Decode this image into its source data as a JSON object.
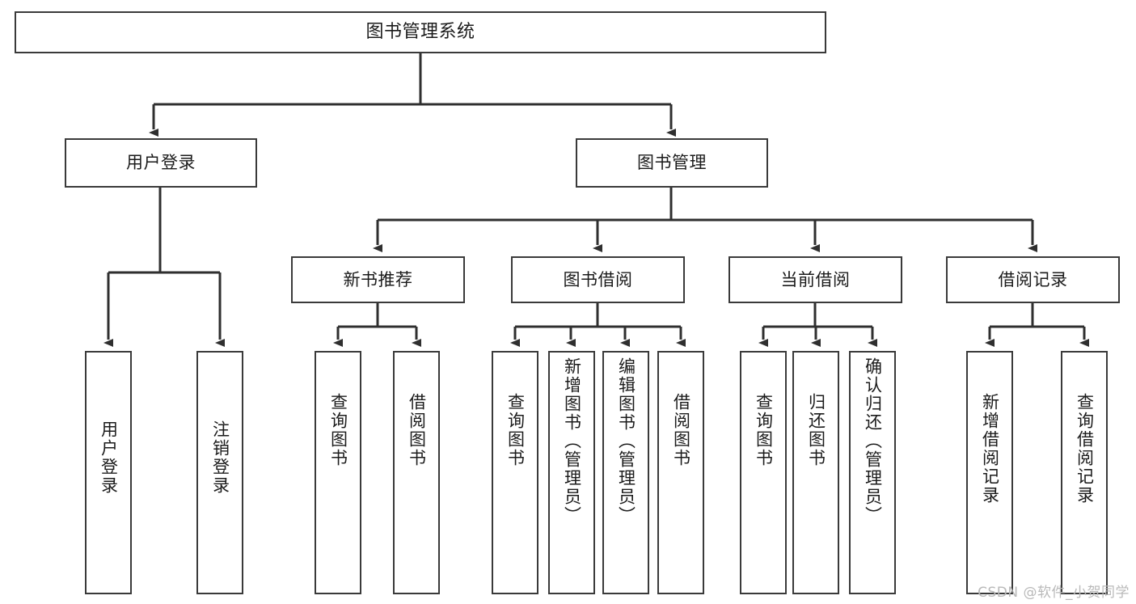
{
  "diagram": {
    "title": "图书管理系统",
    "type": "tree-hierarchy",
    "colors": {
      "box_border": "#3a3a3a",
      "box_fill": "#ffffff",
      "line": "#2f2f2f",
      "text": "#1b1b1b",
      "watermark": "#b9b9b9",
      "background": "#ffffff"
    },
    "root": {
      "label": "图书管理系统"
    },
    "level2": [
      {
        "label": "用户登录"
      },
      {
        "label": "图书管理"
      }
    ],
    "level3": [
      {
        "label": "新书推荐"
      },
      {
        "label": "图书借阅"
      },
      {
        "label": "当前借阅"
      },
      {
        "label": "借阅记录"
      }
    ],
    "leaves": {
      "user_login": [
        {
          "label": "用户登录"
        },
        {
          "label": "注销登录"
        }
      ],
      "new_book": [
        {
          "label": "查询图书"
        },
        {
          "label": "借阅图书"
        }
      ],
      "borrow": [
        {
          "label": "查询图书"
        },
        {
          "label": "新增图书（管理员）"
        },
        {
          "label": "编辑图书（管理员）"
        },
        {
          "label": "借阅图书"
        }
      ],
      "current": [
        {
          "label": "查询图书"
        },
        {
          "label": "归还图书"
        },
        {
          "label": "确认归还（管理员）"
        }
      ],
      "records": [
        {
          "label": "新增借阅记录"
        },
        {
          "label": "查询借阅记录"
        }
      ]
    },
    "watermark": "CSDN @软件_小贺同学"
  }
}
